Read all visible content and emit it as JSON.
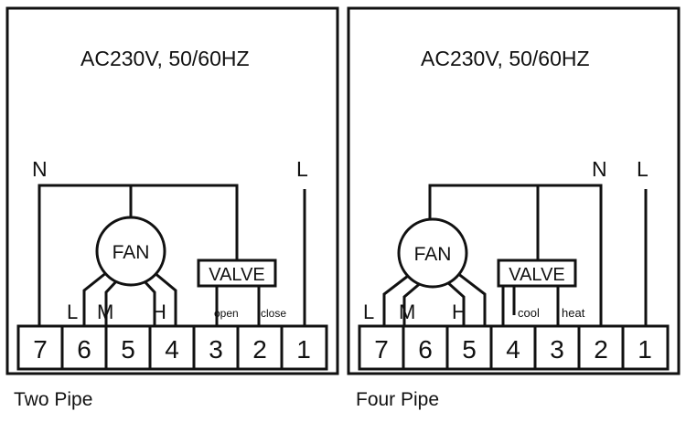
{
  "left": {
    "supply": "AC230V, 50/60HZ",
    "neutral": "N",
    "line": "L",
    "fan": "FAN",
    "valve": "VALVE",
    "speed_l": "L",
    "speed_m": "M",
    "speed_h": "H",
    "valve_open": "open",
    "valve_close": "close",
    "terminals": [
      "7",
      "6",
      "5",
      "4",
      "3",
      "2",
      "1"
    ],
    "caption": "Two Pipe"
  },
  "right": {
    "supply": "AC230V, 50/60HZ",
    "neutral": "N",
    "line": "L",
    "fan": "FAN",
    "valve": "VALVE",
    "speed_l": "L",
    "speed_m": "M",
    "speed_h": "H",
    "valve_cool": "cool",
    "valve_heat": "heat",
    "terminals": [
      "7",
      "6",
      "5",
      "4",
      "3",
      "2",
      "1"
    ],
    "caption": "Four Pipe"
  }
}
